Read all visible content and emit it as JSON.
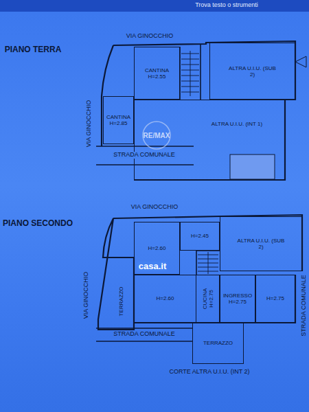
{
  "diagram": {
    "nodes": [
      {
        "text": [
          "CANTINA",
          "H=2.55"
        ]
      },
      {
        "text": [
          "ALTRA U.I.U. (SUB 2)"
        ]
      },
      {
        "text": [
          "CANTINA",
          "H=2.85"
        ]
      },
      {
        "text": [
          "ALTRA U.I.U. (INT 1)"
        ]
      },
      {
        "text": [
          "H=2.60"
        ]
      },
      {
        "text": [
          "H=2.45"
        ]
      },
      {
        "text": [
          "ALTRA U.I.U. (SUB 2)"
        ]
      },
      {
        "text": [
          "TERRAZZO"
        ]
      },
      {
        "text": [
          "H=2.60"
        ]
      },
      {
        "text": [
          "CUCINA",
          "H=2.75"
        ]
      },
      {
        "text": [
          "INGRESSO",
          "H=2.75"
        ]
      },
      {
        "text": [
          "H=2.75"
        ]
      },
      {
        "text": [
          "TERRAZZO"
        ]
      }
    ],
    "labels": [
      "Trova testo o strumenti",
      "PIANO TERRA",
      "VIA GINOCCHIO",
      "VIA GINOCCHIO",
      "STRADA COMUNALE",
      "RE/MAX",
      "PIANO SECONDO",
      "VIA GINOCCHIO",
      "VIA GINOCCHIO",
      "casa.it",
      "STRADA COMUNALE",
      "STRADA COMUNALE",
      "CORTE ALTRA U.I.U. (INT 2)"
    ]
  }
}
